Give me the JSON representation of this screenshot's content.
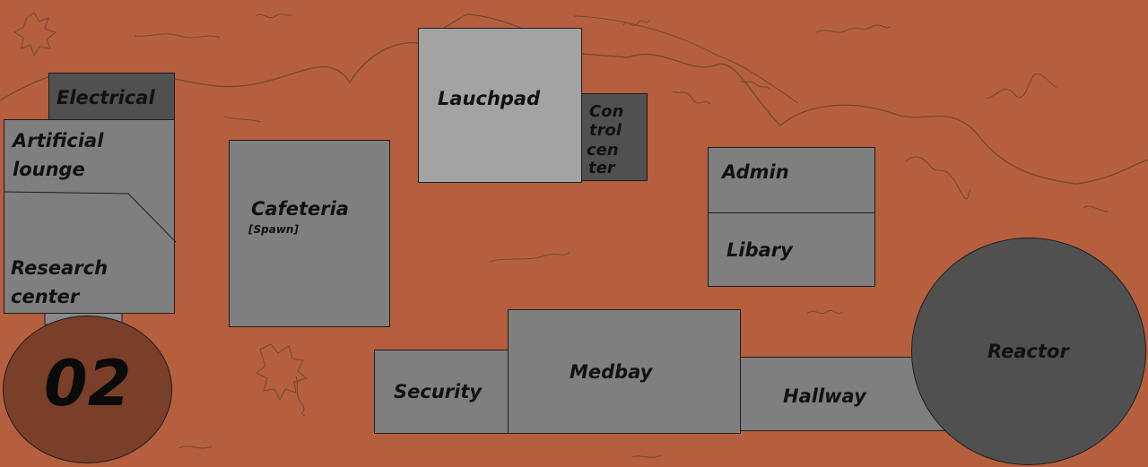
{
  "colors": {
    "terrain": "#b65f3e",
    "terrain_line": "#7a4a2e",
    "room_gray": "#7f7f7f",
    "room_light": "#a3a3a3",
    "room_dark": "#505050",
    "level_badge": "#7a3f28"
  },
  "rooms": {
    "electrical": "Electrical",
    "artificial_lounge_1": "Artificial",
    "artificial_lounge_2": "lounge",
    "research_1": "Research",
    "research_2": "center",
    "cafeteria": "Cafeteria",
    "cafeteria_sub": "[Spawn]",
    "launchpad": "Lauchpad",
    "control_1": "Con",
    "control_2": "trol",
    "control_3": "cen",
    "control_4": "ter",
    "admin": "Admin",
    "library": "Libary",
    "security": "Security",
    "medbay": "Medbay",
    "hallway": "Hallway",
    "reactor": "Reactor"
  },
  "level": "02"
}
